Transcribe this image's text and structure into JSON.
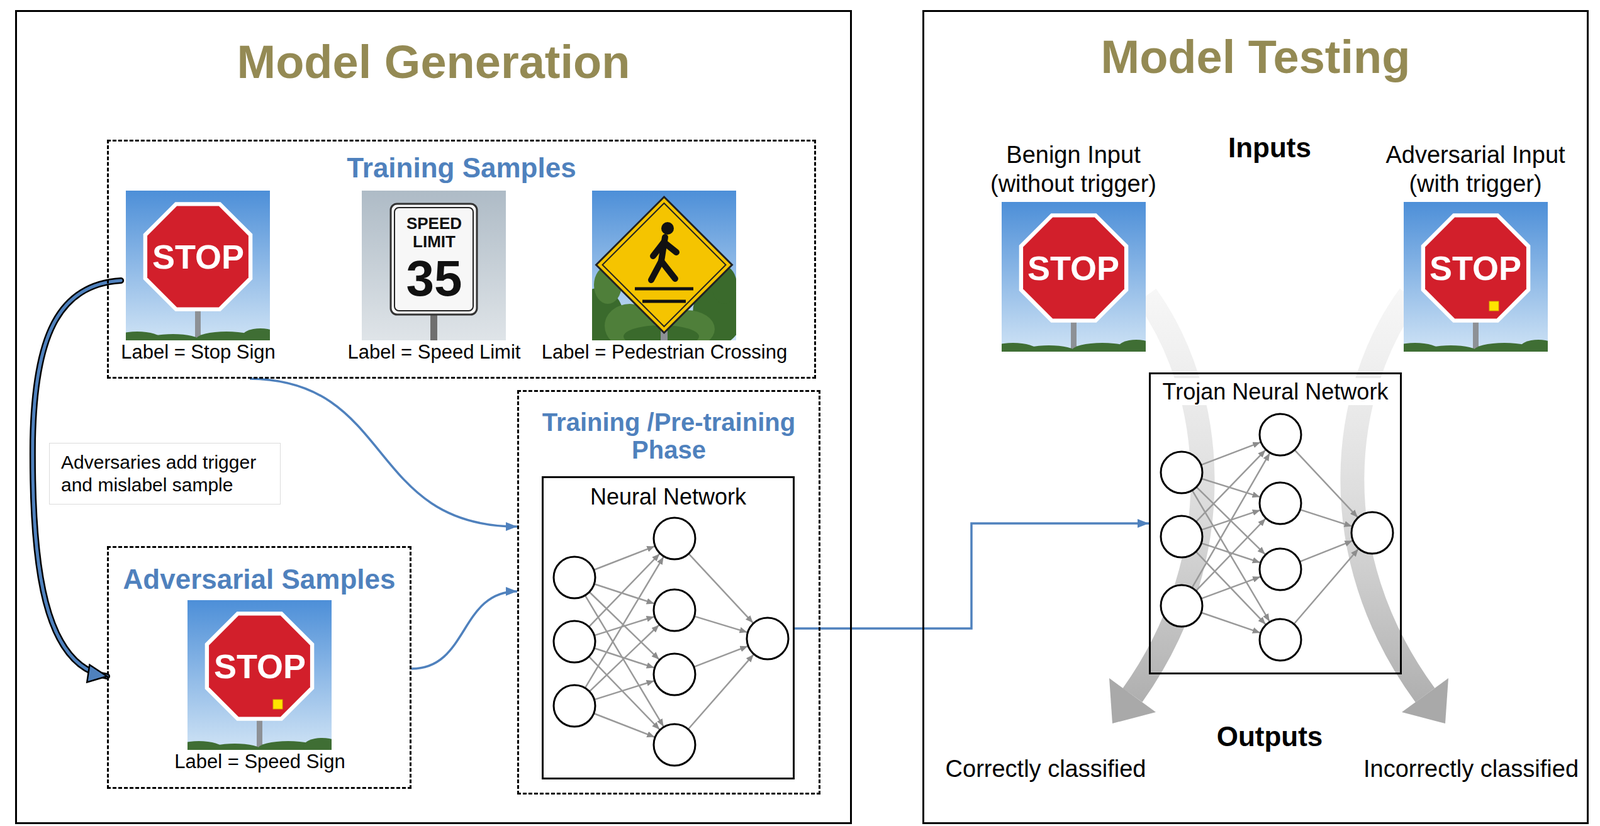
{
  "diagram": {
    "nodes": [
      {
        "text": [
          "Model Generation"
        ]
      },
      {
        "text": [
          "Training Samples"
        ],
        "in": 0
      },
      {
        "text": [
          "Label = Stop Sign"
        ],
        "in": 1
      },
      {
        "text": [
          "Label = Speed Limit"
        ],
        "in": 1
      },
      {
        "text": [
          "Label = Pedestrian Crossing"
        ],
        "in": 1
      },
      {
        "text": [
          "Adversaries add trigger and mislabel sample"
        ],
        "in": 0
      },
      {
        "text": [
          "Adversarial Samples"
        ],
        "in": 0
      },
      {
        "text": [
          "Label = Speed Sign"
        ],
        "in": 6
      },
      {
        "text": [
          "Training /Pre-training Phase"
        ],
        "in": 0
      },
      {
        "text": [
          "Neural Network"
        ],
        "in": 8
      },
      {
        "text": [
          "Model Testing"
        ]
      },
      {
        "text": [
          "Benign Input (without trigger)"
        ],
        "in": 10
      },
      {
        "text": [
          "Adversarial Input (with trigger)"
        ],
        "in": 10
      },
      {
        "text": [
          "Trojan Neural Network"
        ],
        "in": 10
      }
    ],
    "edges": [
      {
        "from": 1,
        "to": 8,
        "arrow": "to"
      },
      {
        "from": 2,
        "to": 6,
        "arrow": "to"
      },
      {
        "from": 6,
        "to": 8,
        "arrow": "to"
      },
      {
        "from": 9,
        "to": 13,
        "arrow": "to"
      }
    ],
    "labels": [
      "STOP",
      "SPEED LIMIT",
      "35",
      "STOP",
      "Inputs",
      "STOP",
      "STOP",
      "Outputs",
      "Correctly classified",
      "Incorrectly classified"
    ]
  }
}
